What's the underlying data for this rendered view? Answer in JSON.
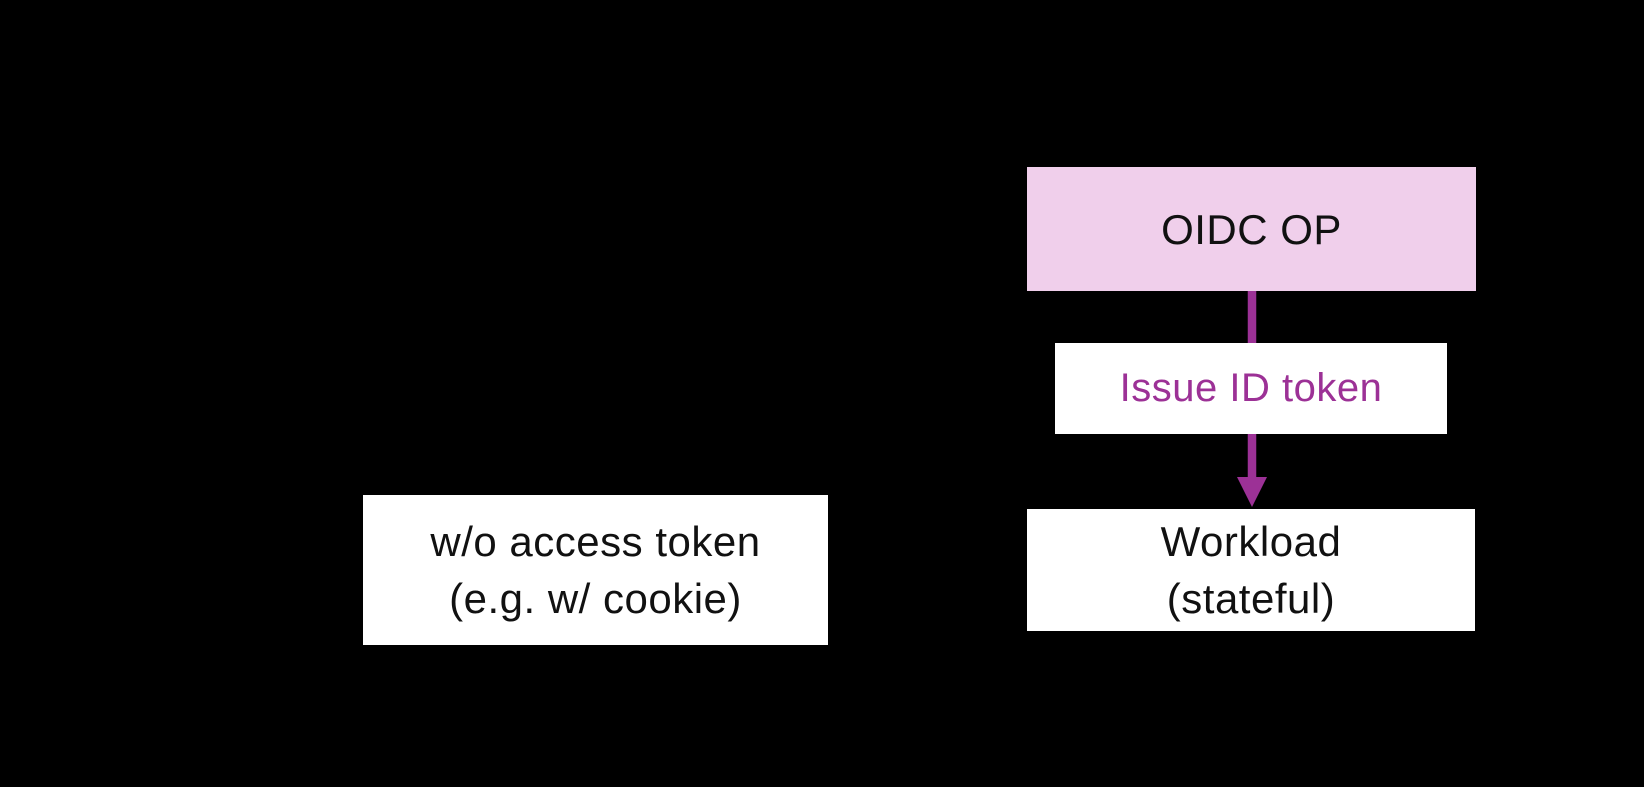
{
  "diagram": {
    "type": "flow",
    "nodes": {
      "client": {
        "line1": "w/o access token",
        "line2": "(e.g. w/ cookie)"
      },
      "oidc_op": {
        "label": "OIDC OP"
      },
      "workload": {
        "line1": "Workload",
        "line2": "(stateful)"
      }
    },
    "edges": {
      "issue": {
        "label": "Issue ID token",
        "from": "oidc_op",
        "to": "workload",
        "direction": "down"
      }
    }
  },
  "colors": {
    "background": "#000000",
    "accent": "#9C3196",
    "node_pink": "#F0CFEB",
    "node_white": "#FFFFFF",
    "text_dark": "#111111"
  }
}
